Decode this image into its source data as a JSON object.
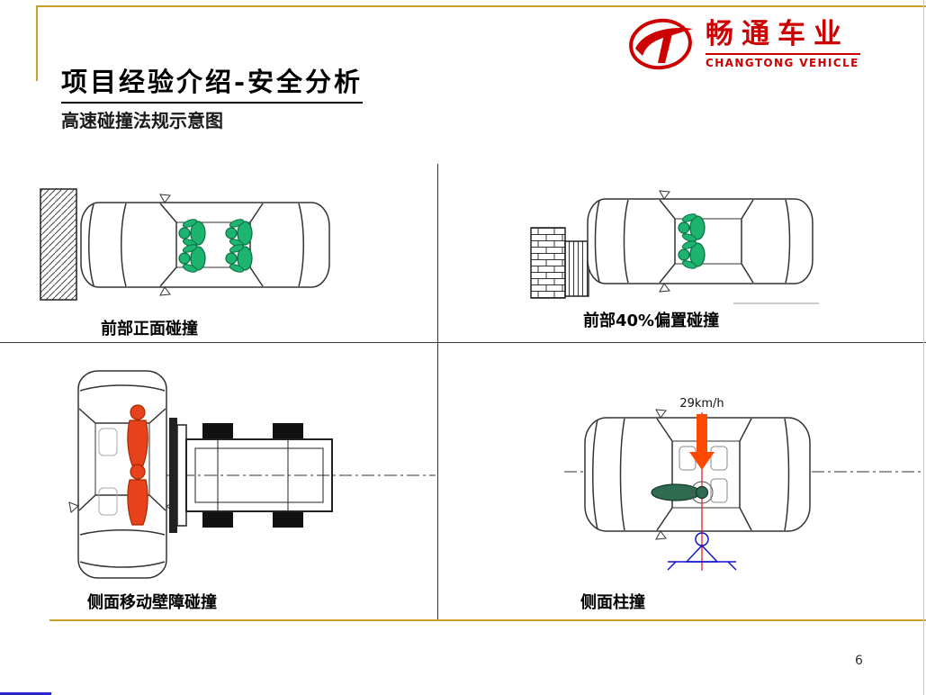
{
  "page": {
    "title": "项目经验介绍-安全分析",
    "subtitle": "高速碰撞法规示意图",
    "page_number": "6"
  },
  "logo": {
    "name_cn": "畅通车业",
    "name_en": "CHANGTONG VEHICLE"
  },
  "diagrams": {
    "front_full": {
      "label": "前部正面碰撞"
    },
    "front_offset": {
      "label": "前部40%偏置碰撞"
    },
    "side_barrier": {
      "label": "侧面移动壁障碰撞"
    },
    "side_pole": {
      "label": "侧面柱撞",
      "speed": "29km/h"
    }
  },
  "colors": {
    "accent_gold": "#C9A227",
    "brand_red": "#CC0000",
    "occupant_green": "#1DB470",
    "occupant_red": "#E8421C",
    "dummy_dark_green": "#2E6B50",
    "pole_blue": "#1414CC",
    "arrow_red": "#FF4800"
  }
}
